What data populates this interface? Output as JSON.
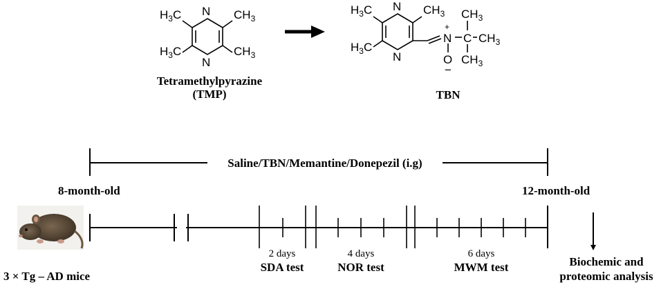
{
  "tmp": {
    "name": "Tetramethylpyrazine",
    "abbr": "(TMP)",
    "atoms": {
      "n": "N",
      "ch": "CH",
      "h": "H",
      "sub3": "3"
    }
  },
  "tbn": {
    "name": "TBN",
    "atoms": {
      "n": "N",
      "o": "O",
      "c": "C",
      "ch": "CH",
      "h": "H",
      "sub3": "3",
      "plus": "+",
      "minus": "−"
    }
  },
  "timeline": {
    "treatment": "Saline/TBN/Memantine/Donepezil (i.g)",
    "start_age": "8-month-old",
    "end_age": "12-month-old",
    "subjects": "3 × Tg – AD mice",
    "phases": [
      {
        "duration": "2 days",
        "test": "SDA test"
      },
      {
        "duration": "4 days",
        "test": "NOR test"
      },
      {
        "duration": "6 days",
        "test": "MWM test"
      }
    ],
    "final_step_line1": "Biochemic and",
    "final_step_line2": "proteomic analysis"
  },
  "colors": {
    "ink": "#000000",
    "background": "#ffffff",
    "mouse_fur": "#5b4a36"
  }
}
